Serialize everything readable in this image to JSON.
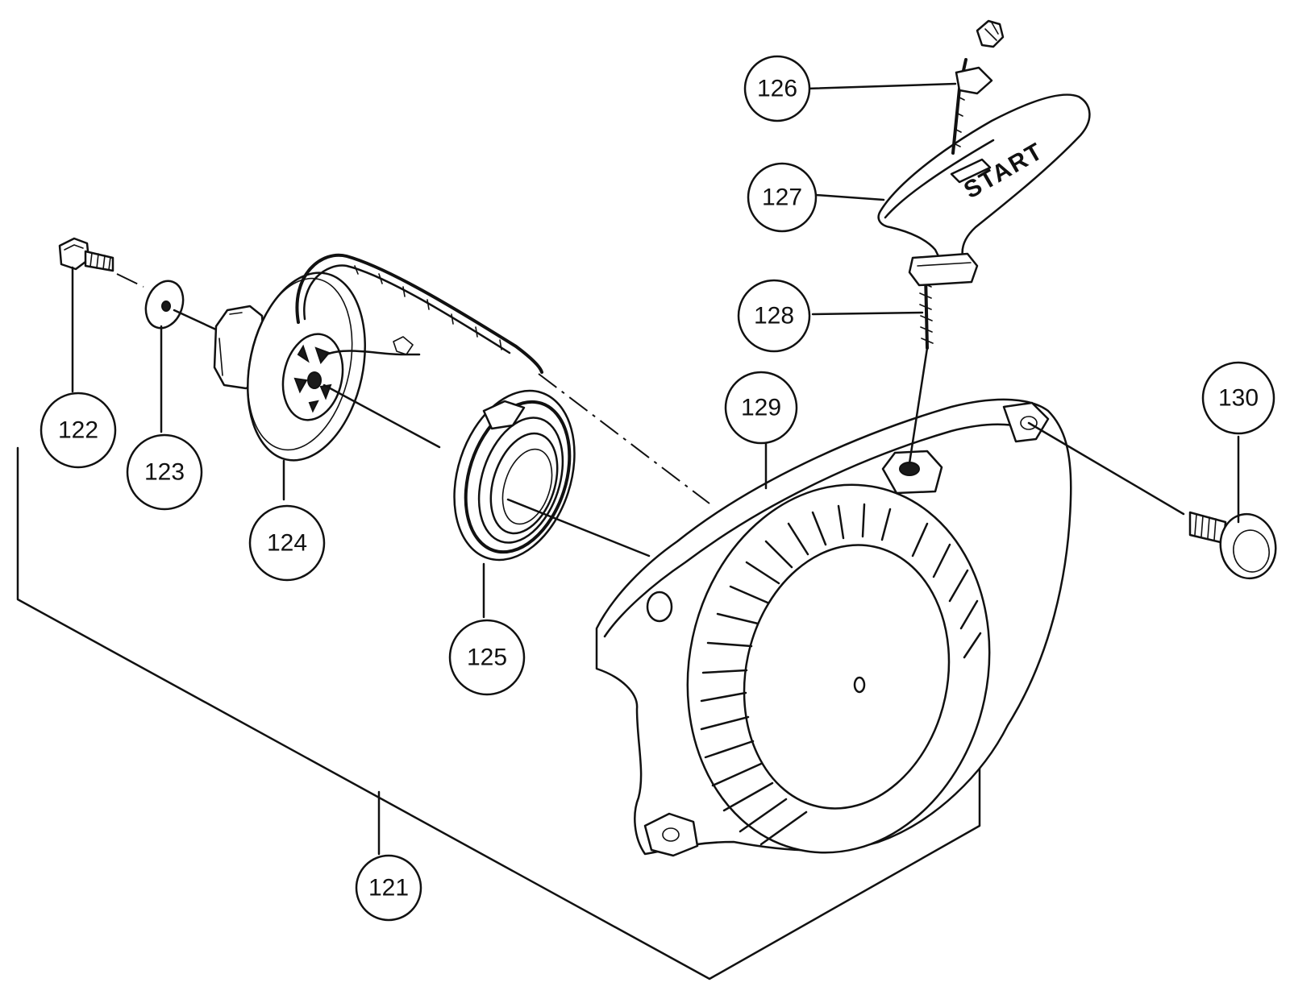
{
  "diagram": {
    "callouts": [
      {
        "id": "121",
        "label": "121"
      },
      {
        "id": "122",
        "label": "122"
      },
      {
        "id": "123",
        "label": "123"
      },
      {
        "id": "124",
        "label": "124"
      },
      {
        "id": "125",
        "label": "125"
      },
      {
        "id": "126",
        "label": "126"
      },
      {
        "id": "127",
        "label": "127"
      },
      {
        "id": "128",
        "label": "128"
      },
      {
        "id": "129",
        "label": "129"
      },
      {
        "id": "130",
        "label": "130"
      }
    ],
    "handle_text": "START"
  }
}
